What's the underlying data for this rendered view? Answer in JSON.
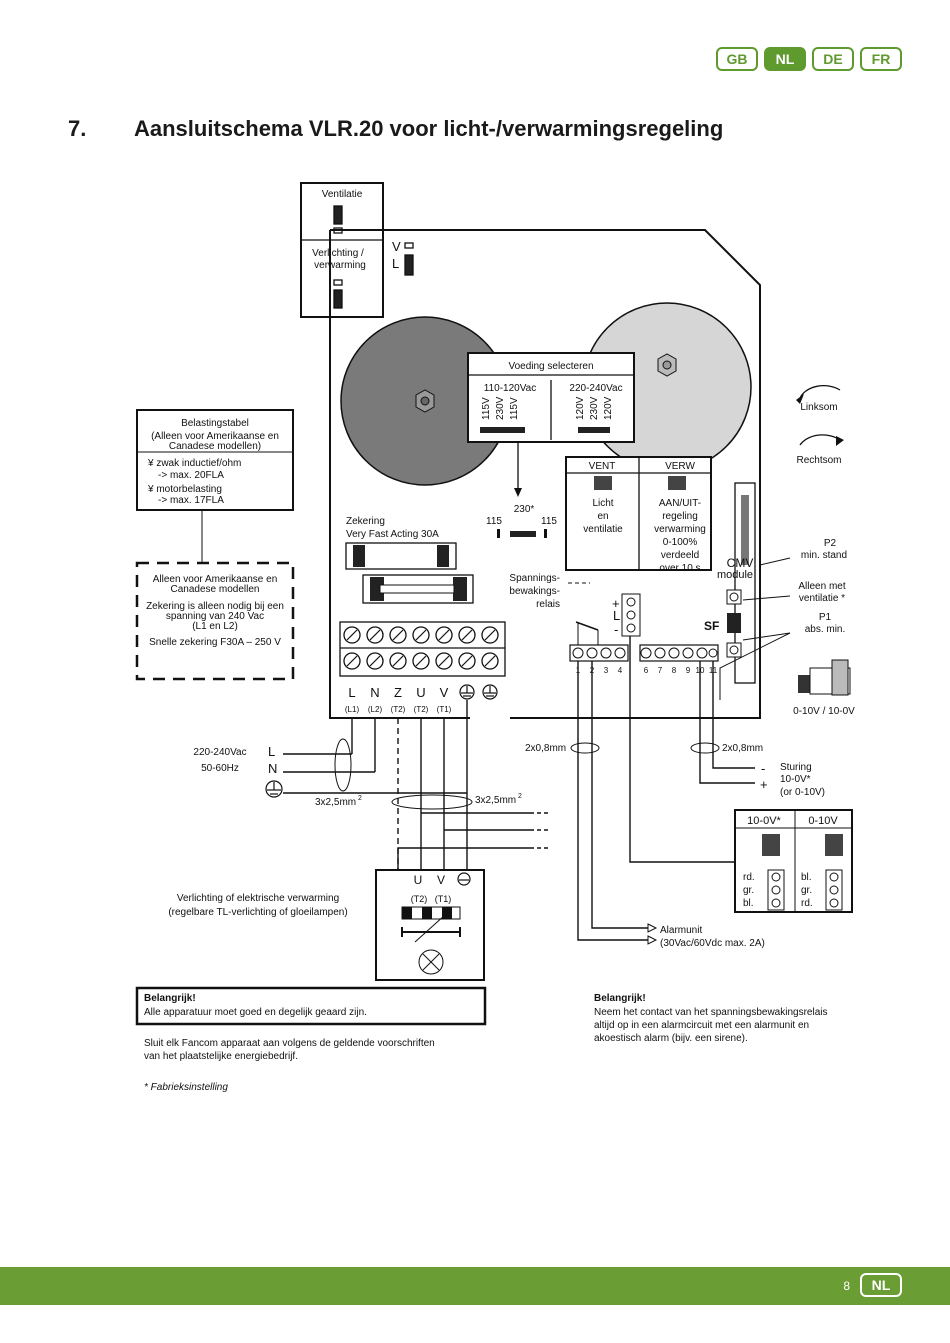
{
  "lang_tabs": [
    {
      "label": "GB",
      "active": false
    },
    {
      "label": "NL",
      "active": true
    },
    {
      "label": "DE",
      "active": false
    },
    {
      "label": "FR",
      "active": false
    }
  ],
  "section": {
    "number": "7.",
    "title": "Aansluitschema VLR.20 voor licht-/verwarmingsregeling"
  },
  "diagram": {
    "mode_box": {
      "ventilatie": "Ventilatie",
      "verlichting_line1": "Verlichting /",
      "verlichting_line2": "verwarming"
    },
    "jumper_v": "V",
    "jumper_l": "L",
    "voeding": {
      "title": "Voeding selecteren",
      "left": "110-120Vac",
      "right": "220-240Vac",
      "left_taps": [
        "115V",
        "230V",
        "115V"
      ],
      "right_taps": [
        "120V",
        "230V",
        "120V"
      ]
    },
    "linksom": "Linksom",
    "rechtsom": "Rechtsom",
    "load_table": {
      "title": "Belastingstabel",
      "sub1": "(Alleen voor Amerikaanse en",
      "sub2": "Canadese modellen)",
      "item1": "¥ zwak inductief/ohm",
      "item1_val": "->  max. 20FLA",
      "item2": "¥ motorbelasting",
      "item2_val": "->  max. 17FLA"
    },
    "fuse_note": {
      "line1": "Alleen voor Amerikaanse en",
      "line2": "Canadese modellen",
      "line3": "Zekering is alleen nodig bij een",
      "line4": "spanning van 240 Vac",
      "line5": "(L1 en L2)",
      "line6": "Snelle zekering F30A – 250 V"
    },
    "zekering1": "Zekering",
    "zekering2": "Very Fast Acting 30A",
    "sel_230": "230*",
    "sel_115a": "115",
    "sel_115b": "115",
    "vent_verw": {
      "vent": "VENT",
      "verw": "VERW",
      "vent_t1": "Licht",
      "vent_t2": "en",
      "vent_t3": "ventilatie",
      "verw_t1": "AAN/UIT-",
      "verw_t2": "regeling",
      "verw_t3": "verwarming",
      "verw_t4": "0-100%",
      "verw_t5": "verdeeld",
      "verw_t6": "over 10 s"
    },
    "cmv1": "CMV",
    "cmv2": "module",
    "p2_1": "P2",
    "p2_2": "min. stand",
    "alleen_met1": "Alleen met",
    "alleen_met2": "ventilatie *",
    "p1_1": "P1",
    "p1_2": "abs. min.",
    "sf": "SF",
    "relay1": "Spannings-",
    "relay2": "bewakings-",
    "relay3": "relais",
    "plus": "+",
    "minus": "-",
    "l_mid": "L",
    "terminals": [
      "L",
      "N",
      "Z",
      "U",
      "V"
    ],
    "terminal_sub": [
      "(L1)",
      "(L2)",
      "(T2)",
      "(T2)",
      "(T1)"
    ],
    "term_nums_a": [
      "1",
      "2",
      "3",
      "4"
    ],
    "term_nums_b": [
      "6",
      "7",
      "8",
      "9",
      "10",
      "11"
    ],
    "out_label": "0-10V / 10-0V",
    "supply1": "220-240Vac",
    "supply2": "50-60Hz",
    "supply_l": "L",
    "supply_n": "N",
    "cable1": "2x0,8mm",
    "cable2": "2x0,8mm",
    "cable3": "3x2,5mm",
    "cable4": "3x2,5mm",
    "sq": "2",
    "control": {
      "t1": "Sturing",
      "t2": "10-0V*",
      "t3": "(or 0-10V)",
      "minus": "-",
      "plus": "+"
    },
    "volt_box": {
      "a": "10-0V*",
      "b": "0-10V",
      "a_rd": "rd.",
      "a_gr": "gr.",
      "a_bl": "bl.",
      "b_bl": "bl.",
      "b_gr": "gr.",
      "b_rd": "rd."
    },
    "alarm1": "Alarmunit",
    "alarm2": "(30Vac/60Vdc max. 2A)",
    "load_desc1": "Verlichting of elektrische verwarming",
    "load_desc2": "(regelbare TL-verlichting of gloeilampen)",
    "load_u": "U",
    "load_v": "V",
    "load_t2": "(T2)",
    "load_t1": "(T1)",
    "important_left": {
      "title": "Belangrijk!",
      "text": "Alle apparatuur moet goed en degelijk geaard zijn."
    },
    "note1": "Sluit elk Fancom apparaat aan volgens de geldende voorschriften",
    "note2": "van het plaatstelijke energiebedrijf.",
    "factory": "* Fabrieksinstelling",
    "important_right": {
      "title": "Belangrijk!",
      "l1": "Neem het contact van het spanningsbewakingsrelais",
      "l2": "altijd op in een alarmcircuit met een alarmunit en",
      "l3": "akoestisch alarm (bijv. een sirene)."
    }
  },
  "footer": {
    "page": "8",
    "lang": "NL"
  },
  "colors": {
    "brand_green": "#6a9d33",
    "tab_green": "#5f9a2e",
    "transformer_dark": "#7a7a7a",
    "transformer_light": "#d4d4d4"
  }
}
